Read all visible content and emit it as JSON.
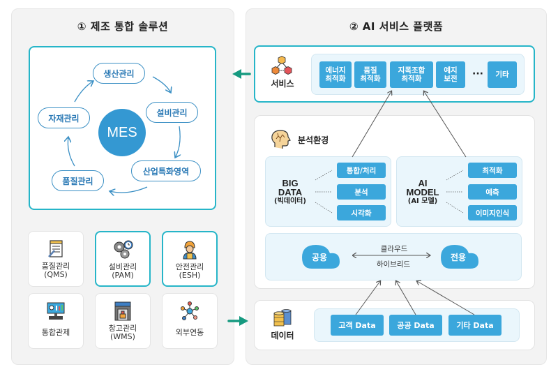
{
  "left_panel": {
    "title": "① 제조 통합 솔루션",
    "mes": {
      "center": "MES",
      "cycle": [
        "생산관리",
        "설비관리",
        "산업특화영역",
        "품질관리",
        "자재관리"
      ]
    },
    "modules": [
      {
        "label": "품질관리",
        "sub": "(QMS)",
        "icon": "notepad-icon",
        "highlighted": false
      },
      {
        "label": "설비관리",
        "sub": "(PAM)",
        "icon": "gears-icon",
        "highlighted": true
      },
      {
        "label": "안전관리",
        "sub": "(ESH)",
        "icon": "worker-icon",
        "highlighted": true
      },
      {
        "label": "통합관제",
        "sub": "",
        "icon": "monitor-icon",
        "highlighted": false
      },
      {
        "label": "창고관리",
        "sub": "(WMS)",
        "icon": "warehouse-icon",
        "highlighted": false
      },
      {
        "label": "외부연동",
        "sub": "",
        "icon": "network-icon",
        "highlighted": false
      }
    ]
  },
  "right_panel": {
    "title": "② AI 서비스 플랫폼",
    "service": {
      "label": "서비스",
      "items": [
        {
          "line1": "에너지",
          "line2": "최적화"
        },
        {
          "line1": "품질",
          "line2": "최적화"
        },
        {
          "line1": "지폭조합",
          "line2": "최적화"
        },
        {
          "line1": "예지",
          "line2": "보전"
        },
        {
          "line1": "기타",
          "line2": ""
        }
      ],
      "ellipsis": "···"
    },
    "analysis": {
      "label": "분석환경",
      "big_data": {
        "title1": "BIG",
        "title2": "DATA",
        "sub": "(빅데이터)",
        "items": [
          "통합/처리",
          "분석",
          "시각화"
        ]
      },
      "ai_model": {
        "title1": "AI",
        "title2": "MODEL",
        "sub": "(AI 모델)",
        "items": [
          "최적화",
          "예측",
          "이미지인식"
        ]
      },
      "cloud": {
        "public": "공용",
        "private": "전용",
        "line1": "클라우드",
        "line2": "하이브리드"
      }
    },
    "data": {
      "label": "데이터",
      "items": [
        "고객 Data",
        "공공 Data",
        "기타 Data"
      ]
    }
  },
  "colors": {
    "accent_teal": "#26b5c8",
    "button_blue": "#3ba7dc",
    "mes_blue": "#3498d2",
    "arrow_green": "#169a80",
    "panel_bg": "#f3f3f3",
    "light_blue_bg": "#eaf6fc"
  }
}
